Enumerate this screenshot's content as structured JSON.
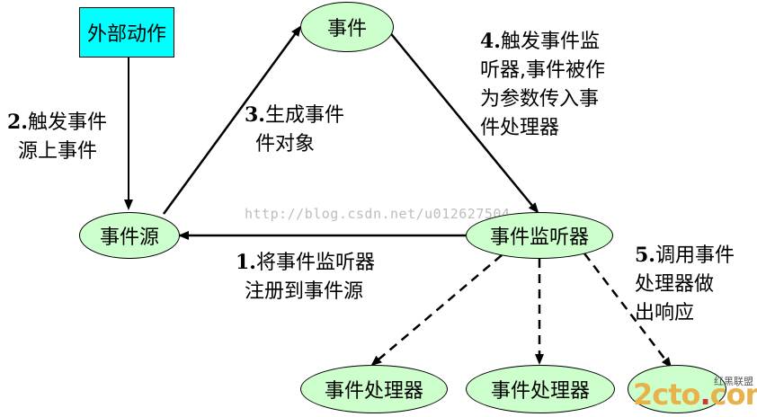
{
  "nodes": {
    "external_action": "外部动作",
    "event": "事件",
    "event_source": "事件源",
    "event_listener": "事件监听器",
    "handler_1": "事件处理器",
    "handler_2": "事件处理器",
    "handler_3": ""
  },
  "labels": {
    "step1": {
      "num": "1.",
      "line1": "将事件监听器",
      "line2": "注册到事件源"
    },
    "step2": {
      "num": "2.",
      "line1": "触发事件",
      "line2": "源上事件"
    },
    "step3": {
      "num": "3.",
      "line1": "生成事件",
      "line2": "件对象"
    },
    "step4": {
      "num": "4.",
      "line1": "触发事件监",
      "line2": "听器,事件被作",
      "line3": "为参数传入事",
      "line4": "件处理器"
    },
    "step5": {
      "num": "5.",
      "line1": "调用事件",
      "line2": "处理器做",
      "line3": "出响应"
    }
  },
  "watermark": "http://blog.csdn.net/u012627504",
  "logo": {
    "main_prefix": "2cto",
    "main_dot": ".",
    "main_suffix": "com",
    "sub": "红黑联盟"
  },
  "colors": {
    "box_fill": "#00ffff",
    "node_fill": "#ccffcc",
    "stroke": "#000000"
  }
}
